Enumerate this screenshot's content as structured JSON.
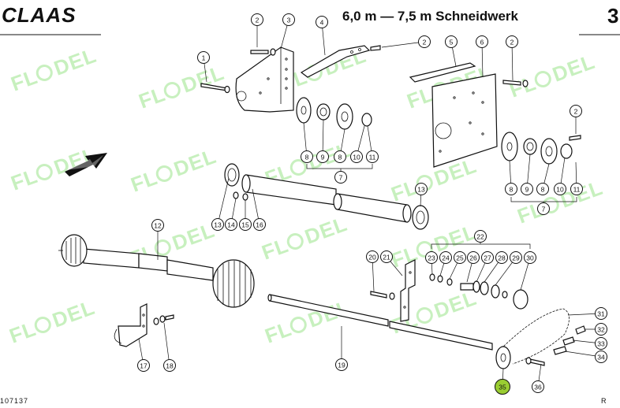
{
  "header": {
    "brand": "CLAAS",
    "title": "6,0 m — 7,5 m Schneidwerk",
    "page_number": "3"
  },
  "footer": {
    "code": "107137",
    "right_text": "R"
  },
  "watermark": {
    "text_left": "FL",
    "text_right": "DEL",
    "color": "#9be48a"
  },
  "callouts": [
    "1",
    "2",
    "3",
    "4",
    "5",
    "6",
    "7",
    "8",
    "9",
    "10",
    "11",
    "12",
    "13",
    "14",
    "15",
    "16",
    "17",
    "18",
    "19",
    "20",
    "21",
    "22",
    "23",
    "24",
    "25",
    "26",
    "27",
    "28",
    "29",
    "30",
    "31",
    "32",
    "33",
    "34",
    "35",
    "36"
  ],
  "highlight_color": "#9acd32",
  "highlighted_callout": "35"
}
